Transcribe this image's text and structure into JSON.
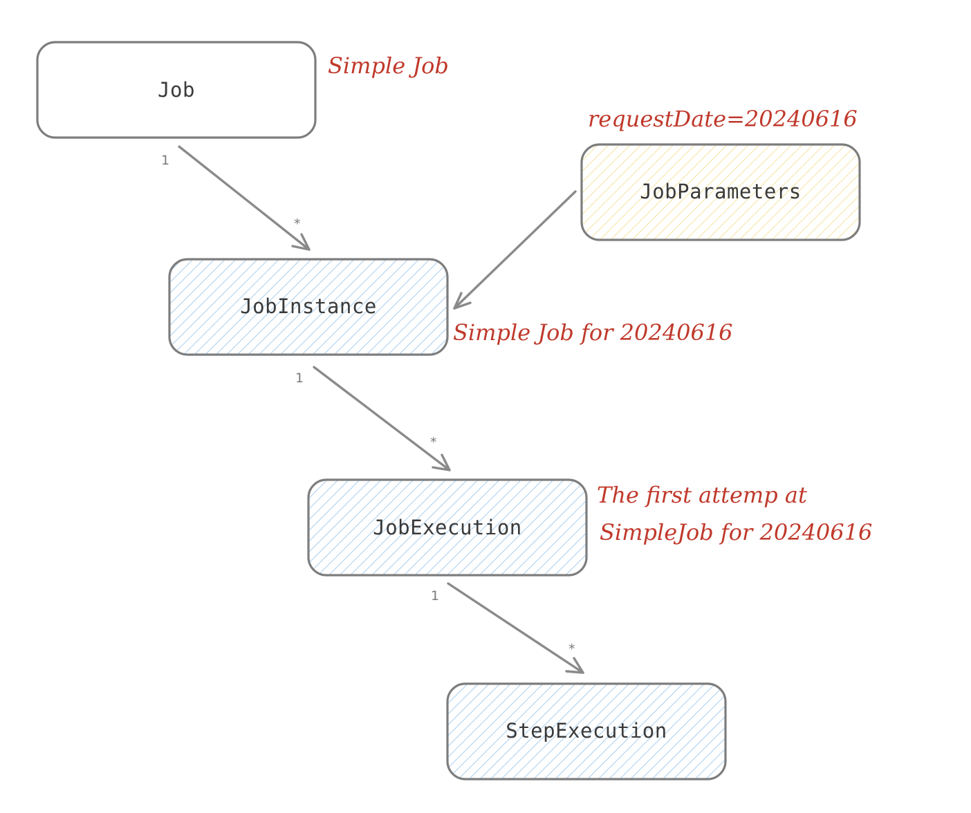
{
  "colors": {
    "node_stroke": "#7d7d7d",
    "edge_stroke": "#8a8a8a",
    "note_text": "#c0392b",
    "hatch_blue": "#a8cdee",
    "hatch_yellow": "#f5e3a0"
  },
  "nodes": {
    "job": {
      "label": "Job",
      "fill": "none"
    },
    "job_parameters": {
      "label": "JobParameters",
      "fill": "hatch-yellow"
    },
    "job_instance": {
      "label": "JobInstance",
      "fill": "hatch-blue"
    },
    "job_execution": {
      "label": "JobExecution",
      "fill": "hatch-blue"
    },
    "step_execution": {
      "label": "StepExecution",
      "fill": "hatch-blue"
    }
  },
  "edges": {
    "job_to_instance": {
      "from_mult": "1",
      "to_mult": "*"
    },
    "parameters_to_instance": {},
    "instance_to_execution": {
      "from_mult": "1",
      "to_mult": "*"
    },
    "execution_to_step": {
      "from_mult": "1",
      "to_mult": "*"
    }
  },
  "notes": {
    "job": "Simple Job",
    "parameters": "requestDate=20240616",
    "instance": "Simple Job for 20240616",
    "execution_line1": "The first attemp at",
    "execution_line2": "SimpleJob for 20240616"
  }
}
